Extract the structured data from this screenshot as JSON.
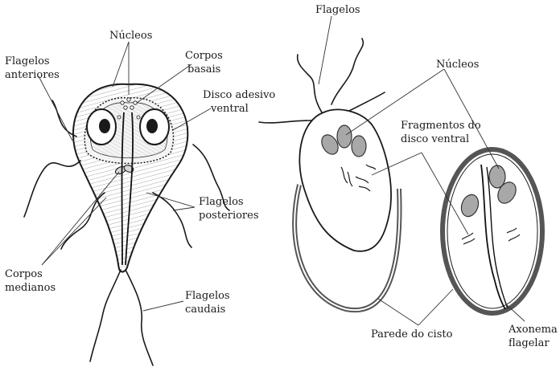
{
  "labels": {
    "nucleos_left": "Núcleos",
    "flagelos_anteriores_1": "Flagelos",
    "flagelos_anteriores_2": "anteriores",
    "corpos_basais_1": "Corpos",
    "corpos_basais_2": "basais",
    "disco_adesivo_1": "Disco adesivo",
    "disco_adesivo_2": "ventral",
    "flagelos_posteriores_1": "Flagelos",
    "flagelos_posteriores_2": "posteriores",
    "corpos_medianos_1": "Corpos",
    "corpos_medianos_2": "medianos",
    "flagelos_caudais_1": "Flagelos",
    "flagelos_caudais_2": "caudais",
    "flagelos_top": "Flagelos",
    "nucleos_right": "Núcleos",
    "fragmentos_1": "Fragmentos do",
    "fragmentos_2": "disco ventral",
    "parede_cisto": "Parede do cisto",
    "axonema_1": "Axonema",
    "axonema_2": "flagelar"
  },
  "colors": {
    "ink": "#1a1a1a",
    "nucleus_fill": "#a8a8a8",
    "cyst_wall": "#555555",
    "body_fill": "#ffffff"
  }
}
